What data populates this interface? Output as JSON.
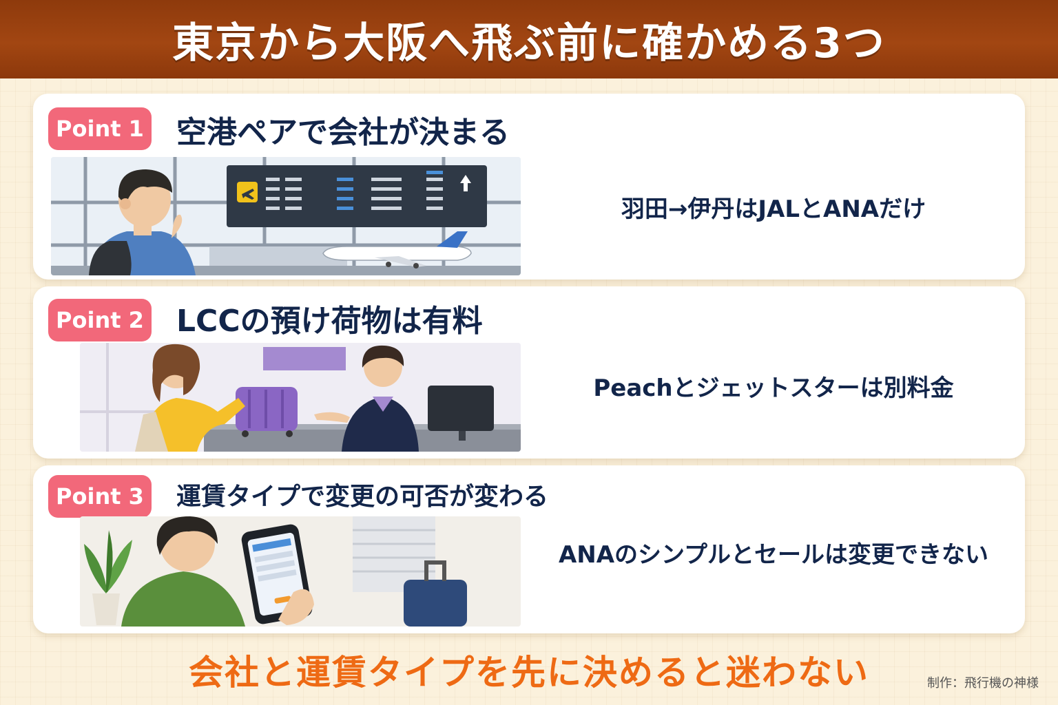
{
  "header": {
    "title": "東京から大阪へ飛ぶ前に確かめる3つ"
  },
  "points": [
    {
      "badge": "Point 1",
      "title": "空港ペアで会社が決まる",
      "description": "羽田→伊丹はJALとANAだけ"
    },
    {
      "badge": "Point 2",
      "title": "LCCの預け荷物は有料",
      "description": "Peachとジェットスターは別料金"
    },
    {
      "badge": "Point 3",
      "title": "運賃タイプで変更の可否が変わる",
      "description": "ANAのシンプルとセールは変更できない"
    }
  ],
  "footer": {
    "message": "会社と運賃タイプを先に決めると迷わない"
  },
  "credit": "制作：飛行機の神様",
  "colors": {
    "header_bg": "#9c4210",
    "badge_bg": "#f2687a",
    "title_text": "#12254a",
    "footer_text": "#ee6a14",
    "page_bg": "#fbf1dc"
  }
}
